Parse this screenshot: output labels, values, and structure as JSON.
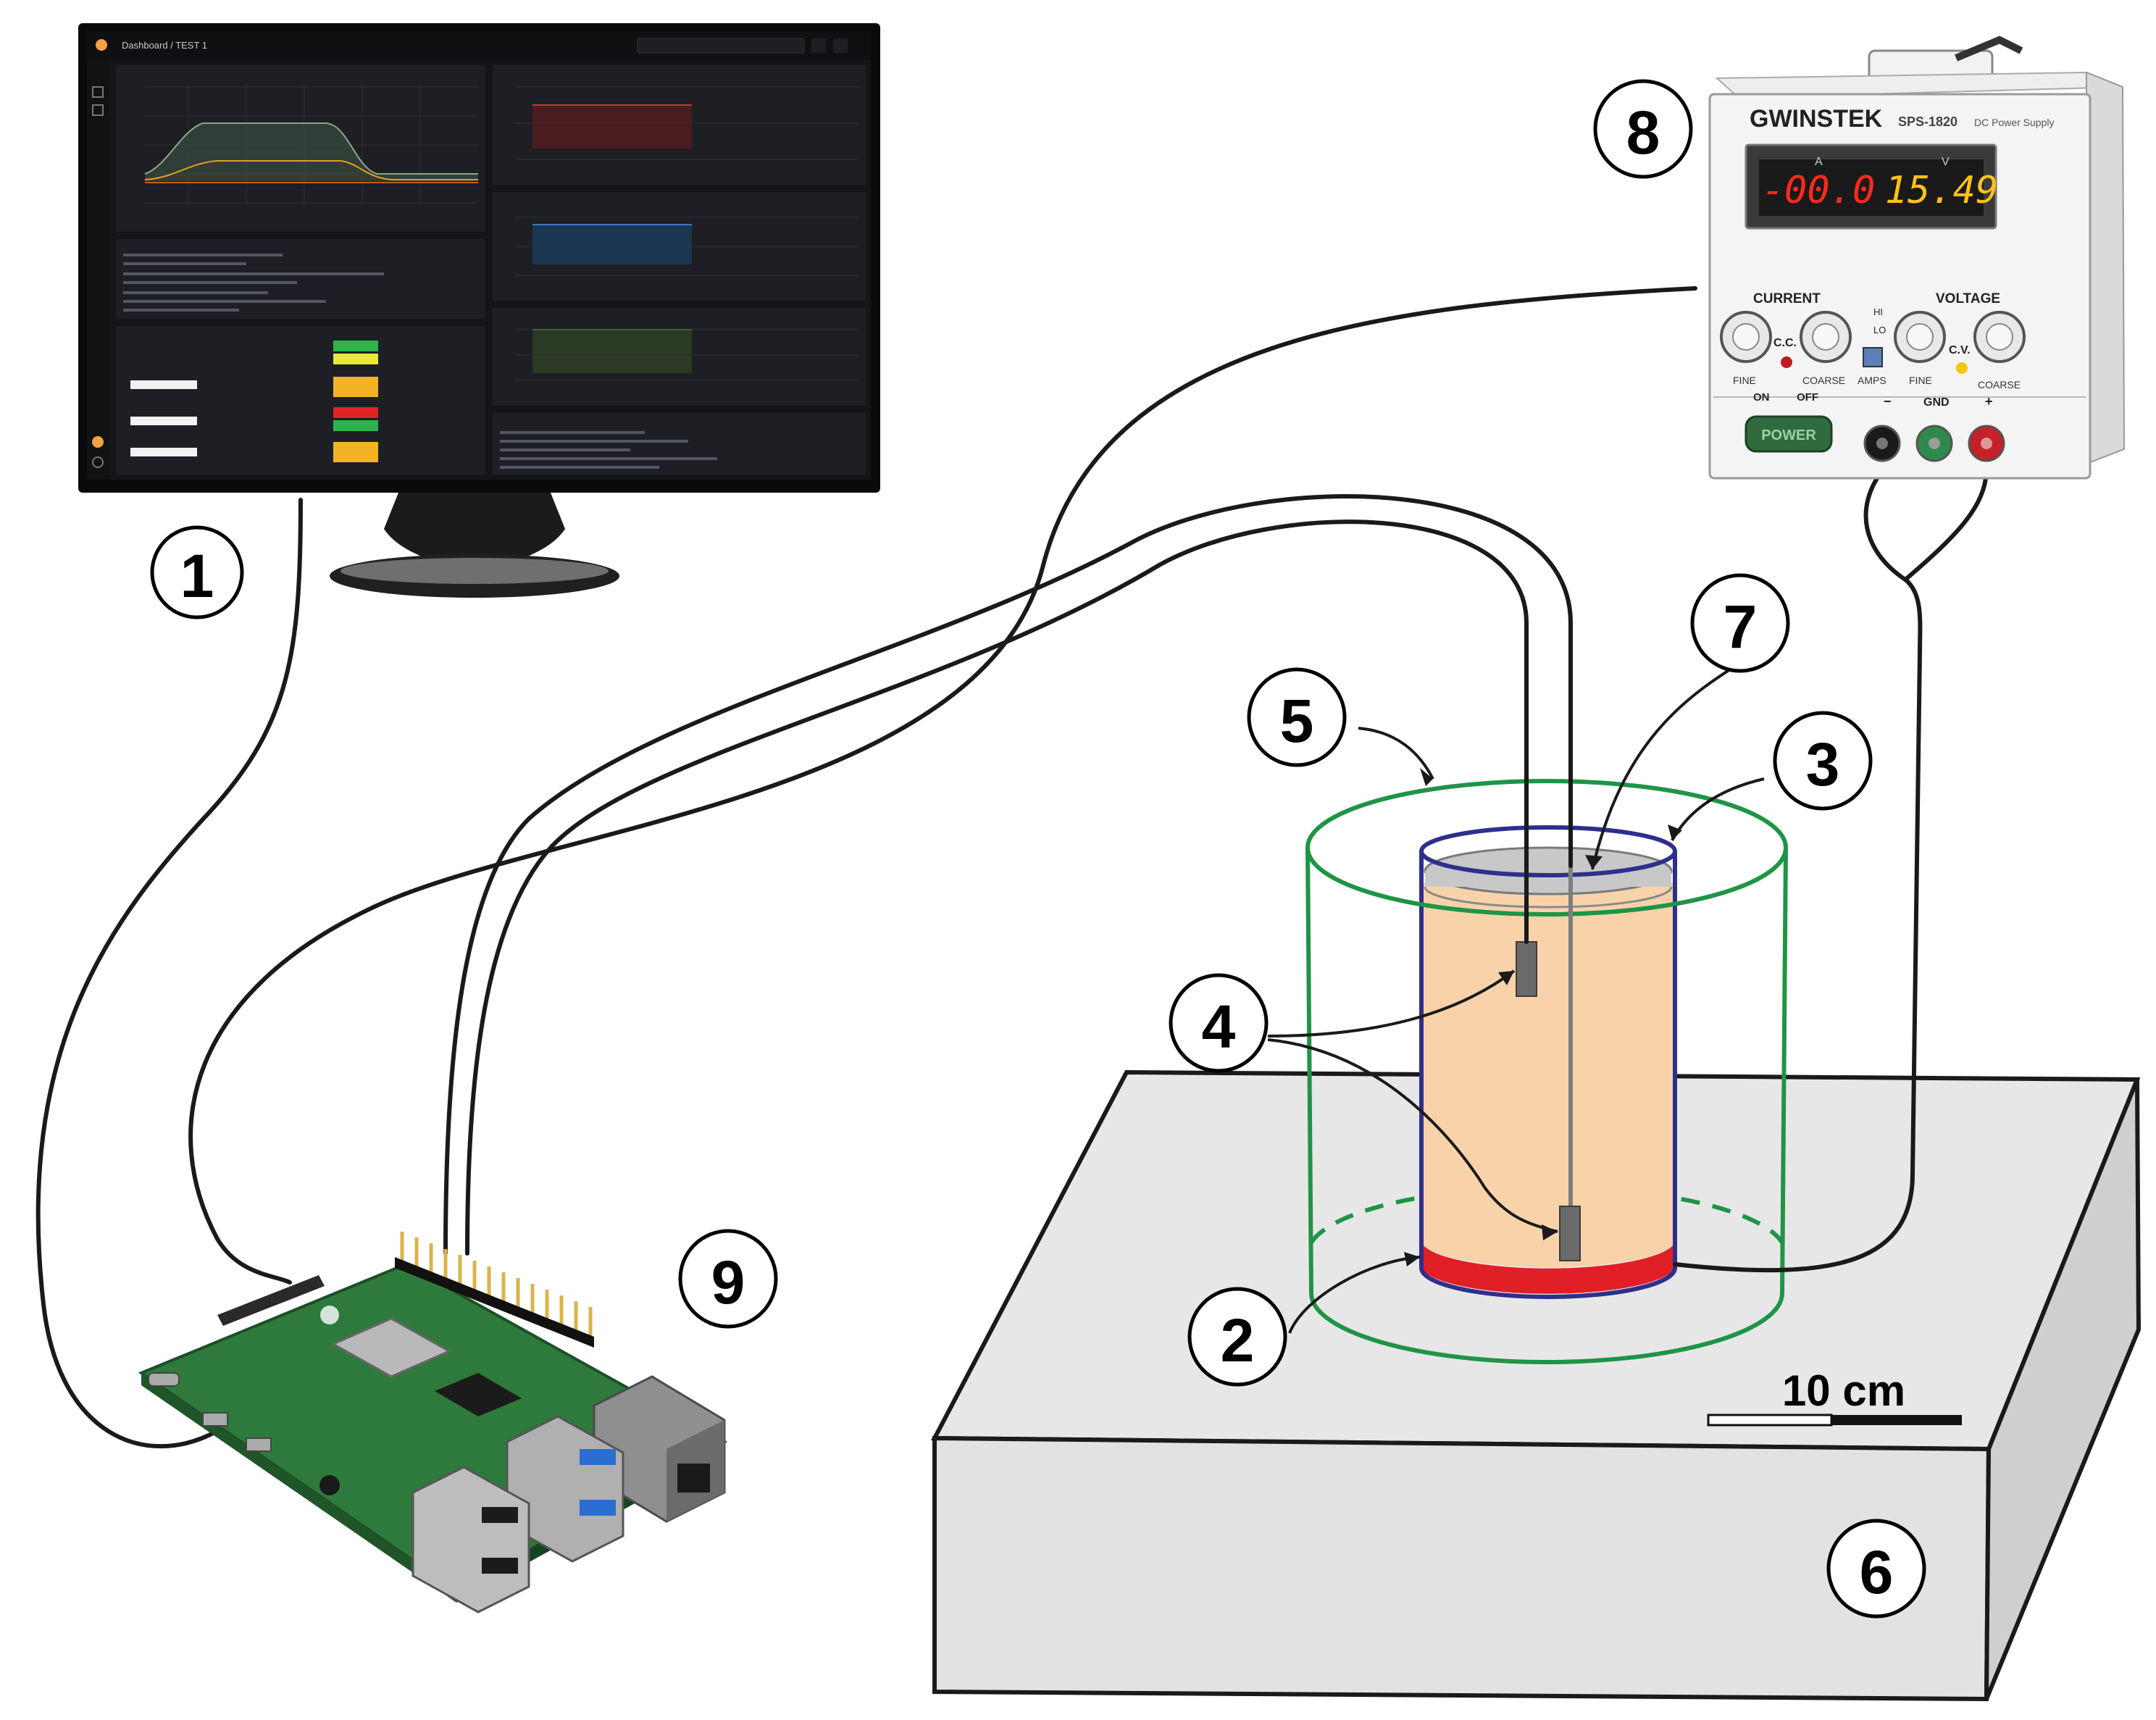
{
  "labels": {
    "n1": "1",
    "n2": "2",
    "n3": "3",
    "n4": "4",
    "n5": "5",
    "n6": "6",
    "n7": "7",
    "n8": "8",
    "n9": "9"
  },
  "scale_bar": {
    "text": "10 cm"
  },
  "power_supply": {
    "brand": "GWINSTEK",
    "model": "SPS-1820",
    "subtitle": "DC Power Supply",
    "amp_unit": "A",
    "volt_unit": "V",
    "amp_reading": "-00.0",
    "volt_reading": "15.49",
    "current_label": "CURRENT",
    "voltage_label": "VOLTAGE",
    "fine_left": "FINE",
    "coarse_left": "COARSE",
    "cc": "C.C.",
    "cv": "C.V.",
    "amps": "AMPS",
    "hi": "HI",
    "lo": "LO",
    "fine_right": "FINE",
    "coarse_right": "COARSE",
    "on": "ON",
    "off": "OFF",
    "minus": "−",
    "gnd": "GND",
    "plus": "+",
    "power_button": "POWER"
  },
  "monitor": {
    "dashboard_title": "Dashboard / TEST 1",
    "colors": {
      "bg": "#141518",
      "panel": "#1d1f24"
    }
  },
  "colors": {
    "outer_cylinder": "#1f9446",
    "inner_cylinder": "#2e2f8c",
    "liquid": "#f8d3aa",
    "bottom_electrode": "#e01f26",
    "top_electrode": "#c8c8c8",
    "sensor": "#6a6a6a",
    "table_top": "#e7e7e7",
    "table_front": "#e2e2e2",
    "table_side": "#cfcfcf",
    "display_red": "#ff2a1a",
    "display_yellow": "#ffc21a",
    "pcb": "#2e7a3c"
  }
}
